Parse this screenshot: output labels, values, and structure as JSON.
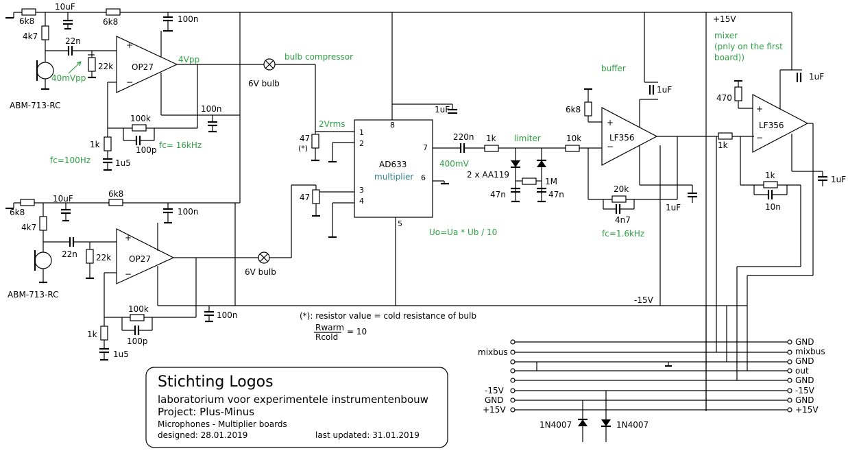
{
  "labels": {
    "r1": "6k8",
    "c1": "10uF",
    "r2": "6k8",
    "c2": "100n",
    "r3": "4k7",
    "c3": "22n",
    "r4": "22k",
    "opamp1": "OP27",
    "vpp1": "4Vpp",
    "mic_level": "40mVpp",
    "mic1": "ABM-713-RC",
    "r5": "100k",
    "c4": "100n",
    "c5": "100p",
    "fc1": "fc= 16kHz",
    "r6": "1k",
    "fc2": "fc=100Hz",
    "c6": "1u5",
    "bulb_compressor": "bulb compressor",
    "bulb1": "6V bulb",
    "vrms": "2Vrms",
    "r7": "47",
    "star": "(*)",
    "ic_name": "AD633",
    "ic_func": "multiplier",
    "c7": "1uF",
    "c8": "220n",
    "r8": "1k",
    "limiter": "limiter",
    "v400": "400mV",
    "diodes": "2 x AA119",
    "c9": "47n",
    "r9": "1M",
    "c10": "47n",
    "formula": "Uo=Ua * Ub / 10",
    "r10": "10k",
    "buffer": "buffer",
    "r11": "6k8",
    "opamp2": "LF356",
    "c11": "1uF",
    "r12": "20k",
    "c12": "4n7",
    "fc3": "fc=1.6kHz",
    "c13": "1uF",
    "vplus": "+15V",
    "mixer1": "mixer",
    "mixer2": "(pnly on the first",
    "mixer3": "board))",
    "r13": "470",
    "c14": "1uF",
    "opamp3": "LF356",
    "r14": "1k",
    "r15": "1k",
    "c15": "10n",
    "c16": "1uF",
    "vminus": "-15V",
    "r16": "6k8",
    "c17": "10uF",
    "r17": "6k8",
    "c18": "100n",
    "r18": "4k7",
    "c19": "22n",
    "r19": "22k",
    "opamp4": "OP27",
    "mic2": "ABM-713-RC",
    "bulb2": "6V bulb",
    "r20": "47",
    "r21": "100k",
    "c20": "100n",
    "c21": "100p",
    "r22": "1k",
    "c22": "1u5",
    "note": "(*): resistor value = cold resistance of bulb",
    "frac_num": "Rwarm",
    "frac_den": "Rcold",
    "frac_eq": "= 10",
    "d1": "1N4007",
    "d2": "1N4007",
    "pins": [
      "1",
      "2",
      "3",
      "4",
      "5",
      "6",
      "7",
      "8"
    ]
  },
  "connector": {
    "left": [
      "mixbus",
      "",
      "",
      "-15V",
      "GND",
      "+15V"
    ],
    "right": [
      "GND",
      "mixbus",
      "GND",
      "out",
      "GND",
      "-15V",
      "GND",
      "+15V"
    ]
  },
  "title_block": {
    "org": "Stichting Logos",
    "subtitle": "laboratorium voor experimentele instrumentenbouw",
    "project": "Project: Plus-Minus",
    "boards": "Microphones - Multiplier boards",
    "designed": "designed: 28.01.2019",
    "updated": "last updated: 31.01.2019"
  },
  "colors": {
    "annotation_green": "#2ea043",
    "ic_label_teal": "#2f7f86",
    "wire": "#000000"
  }
}
